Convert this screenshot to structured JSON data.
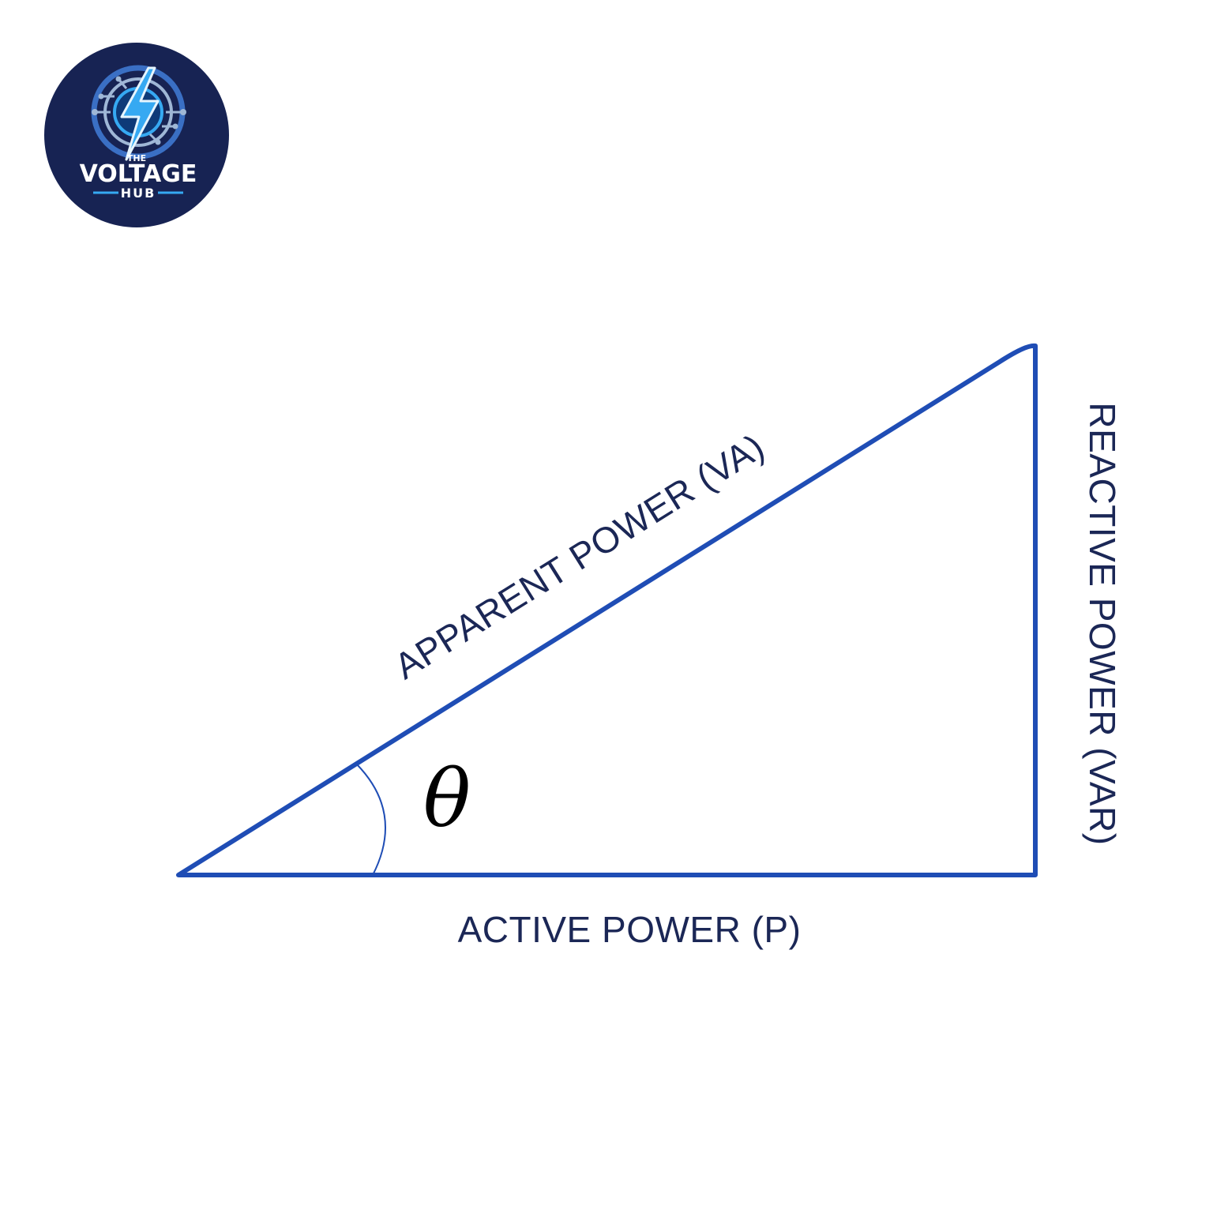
{
  "logo": {
    "line1": "THE",
    "line2": "VOLTAGE",
    "line3": "HUB",
    "bg_color": "#172353",
    "accent_color": "#36a9f2"
  },
  "diagram": {
    "hypotenuse_label": "APPARENT POWER (VA)",
    "vertical_label": "REACTIVE POWER (VAR)",
    "base_label": "ACTIVE POWER (P)",
    "angle_label": "θ",
    "line_color": "#1f4db5",
    "text_color": "#1b2756"
  }
}
